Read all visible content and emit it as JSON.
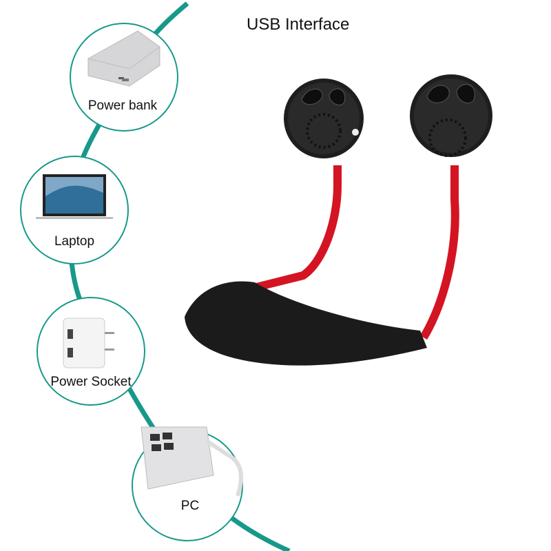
{
  "title": "USB Interface",
  "sources": [
    {
      "label": "Power bank",
      "icon": "power-bank-icon"
    },
    {
      "label": "Laptop",
      "icon": "laptop-icon"
    },
    {
      "label": "Power Socket",
      "icon": "power-socket-icon"
    },
    {
      "label": "PC",
      "icon": "pc-icon"
    }
  ],
  "colors": {
    "cable": "#17998a",
    "fan_body": "#1b1b1b",
    "arm": "#d41422"
  }
}
